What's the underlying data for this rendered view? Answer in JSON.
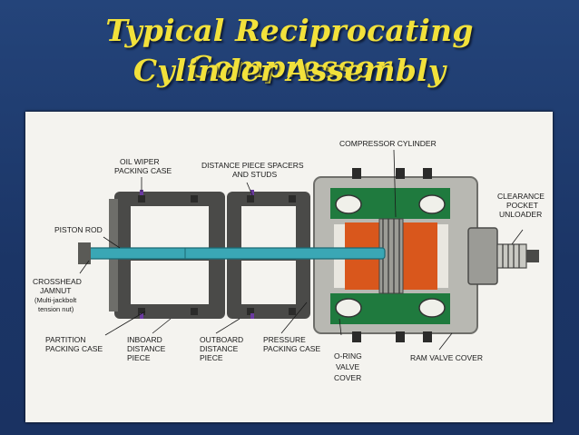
{
  "title": {
    "line1": "Typical Reciprocating Compressor",
    "line2": "Cylinder Assembly"
  },
  "labels": {
    "compressor_cylinder": "COMPRESSOR CYLINDER",
    "oil_wiper_1": "OIL WIPER",
    "oil_wiper_2": "PACKING CASE",
    "distance_spacers_1": "DISTANCE PIECE SPACERS",
    "distance_spacers_2": "AND STUDS",
    "clearance_1": "CLEARANCE",
    "clearance_2": "POCKET",
    "clearance_3": "UNLOADER",
    "piston_rod": "PISTON ROD",
    "crosshead_1": "CROSSHEAD",
    "crosshead_2": "JAMNUT",
    "crosshead_3": "(Multi-jackbolt",
    "crosshead_4": "tension nut)",
    "partition_1": "PARTITION",
    "partition_2": "PACKING CASE",
    "inboard_1": "INBOARD",
    "inboard_2": "DISTANCE",
    "inboard_3": "PIECE",
    "outboard_1": "OUTBOARD",
    "outboard_2": "DISTANCE",
    "outboard_3": "PIECE",
    "pressure_1": "PRESSURE",
    "pressure_2": "PACKING CASE",
    "oring_1": "O-RING",
    "oring_2": "VALVE",
    "oring_3": "COVER",
    "ram_valve": "RAM VALVE COVER"
  },
  "colors": {
    "title": "#f2e13b",
    "background": "#1e3866",
    "panel": "#f4f3ef",
    "frame_dark": "#4a4a48",
    "frame_gray": "#9b9b96",
    "piston_rod": "#3aa7b5",
    "cylinder_green": "#1f7a3e",
    "cylinder_orange": "#d9571c",
    "packing_purple": "#6b3aa0"
  }
}
